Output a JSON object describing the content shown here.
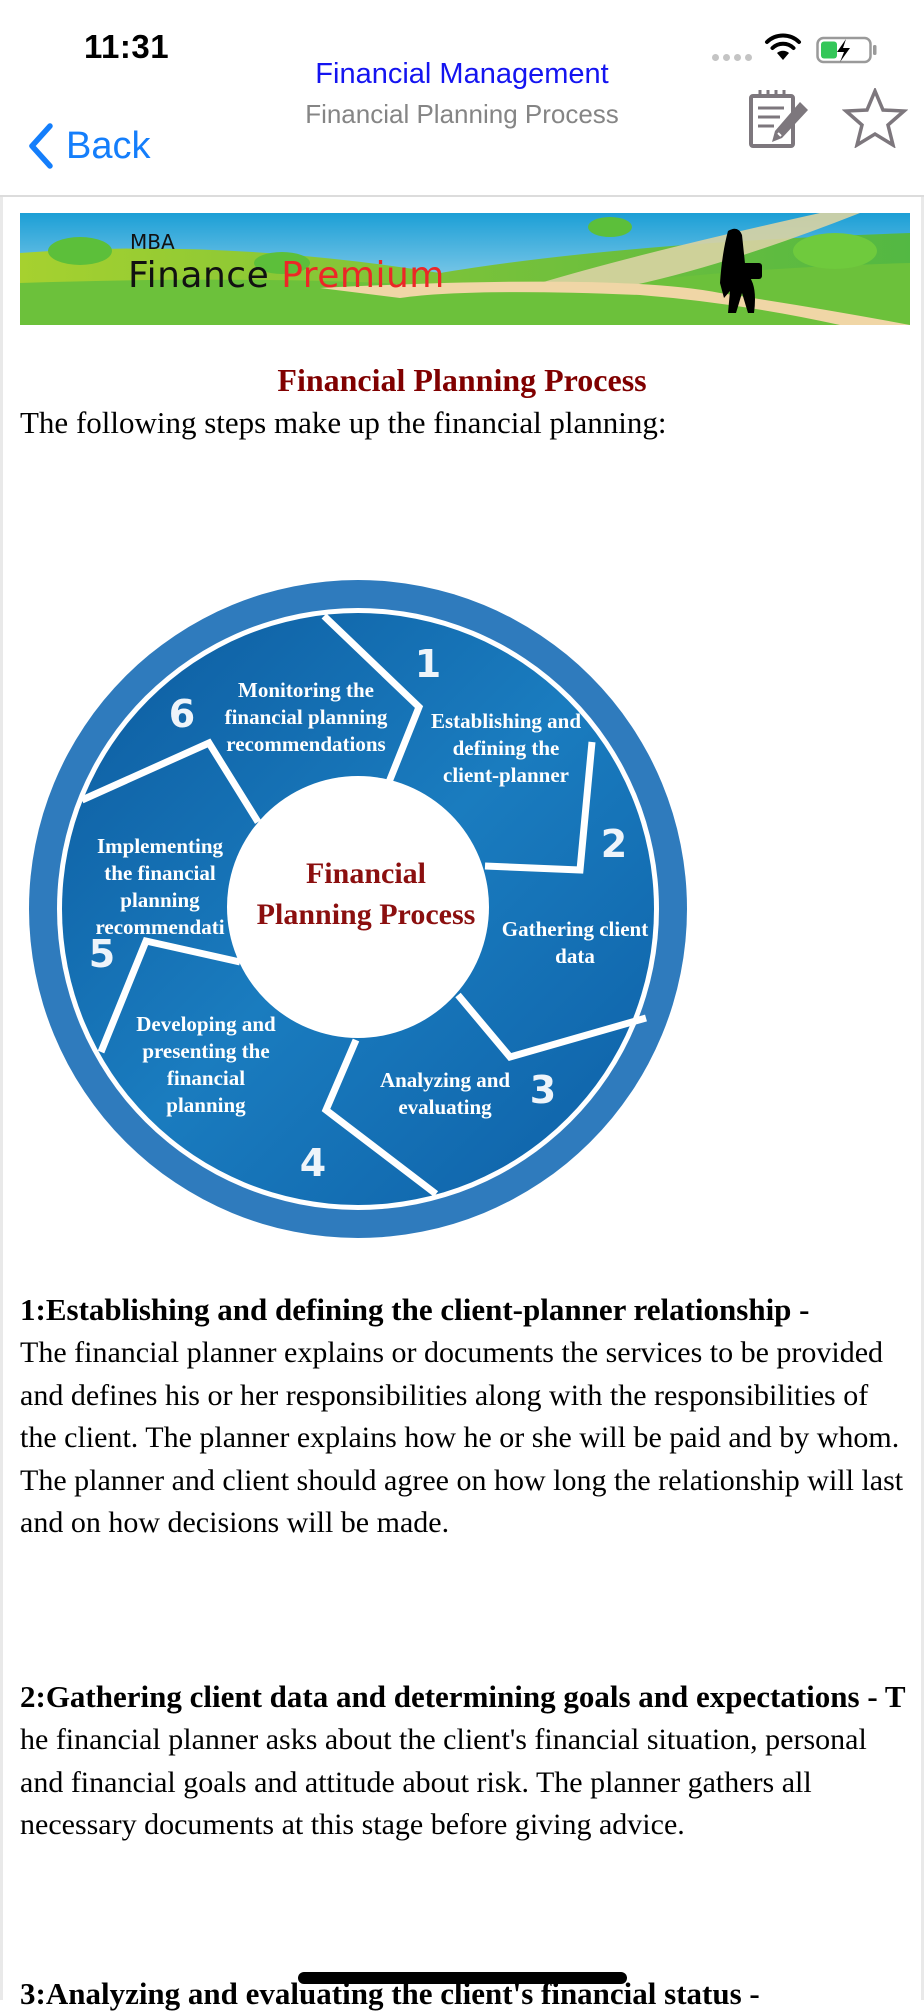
{
  "status_bar": {
    "time": "11:31",
    "icons": [
      "cellular-signal-icon",
      "wifi-icon",
      "battery-charging-icon"
    ]
  },
  "nav": {
    "back_label": "Back",
    "title": "Financial Management",
    "subtitle": "Financial Planning Process",
    "actions": [
      "notes-edit-icon",
      "star-favorite-icon"
    ]
  },
  "banner": {
    "small_text": "MBA",
    "main_text": "Finance",
    "accent_text": "Premium",
    "accent_color": "#ec2727"
  },
  "article": {
    "title": "Financial Planning Process",
    "title_color": "#800000",
    "intro": "The following steps make up the financial planning:",
    "diagram": {
      "center_line1": "Financial",
      "center_line2": "Planning Process",
      "ring_color": "#2f7bbd",
      "segment_color": "#1570b5",
      "steps": [
        {
          "number": "1",
          "lines": [
            "Establishing and",
            "defining the",
            "client-planner"
          ]
        },
        {
          "number": "2",
          "lines": [
            "Gathering client",
            "data"
          ]
        },
        {
          "number": "3",
          "lines": [
            "Analyzing and",
            "evaluating"
          ]
        },
        {
          "number": "4",
          "lines": [
            "Developing and",
            "presenting the",
            "financial",
            "planning"
          ]
        },
        {
          "number": "5",
          "lines": [
            "Implementing",
            "the financial",
            "planning",
            "recommendati"
          ]
        },
        {
          "number": "6",
          "lines": [
            "Monitoring the",
            "financial planning",
            "recommendations"
          ]
        }
      ]
    },
    "sections": [
      {
        "heading": "1:Establishing and defining the client-planner relationship -",
        "body": "The financial planner explains or documents the services to be provided and defines his or her responsibilities along with the responsibilities of the client. The planner explains how he or she will be paid and by whom. The planner and client should agree on how long the relationship will last and on how decisions will be made."
      },
      {
        "heading": "2:Gathering client data and determining goals and expectations - T",
        "body": "he financial planner asks about the client's financial situation, personal and financial goals and attitude about risk. The planner gathers all necessary documents at this stage before giving advice."
      },
      {
        "heading": "3:Analyzing and evaluating the client's financial status -",
        "body": ""
      }
    ]
  }
}
